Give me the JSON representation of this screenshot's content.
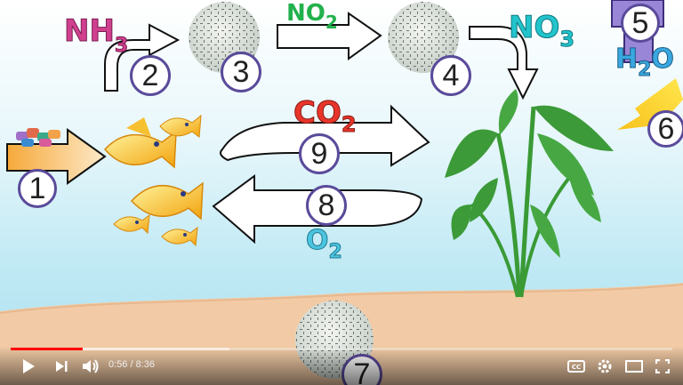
{
  "labels": {
    "nh3": {
      "main": "NH",
      "sub": "3"
    },
    "no2": {
      "main": "NO",
      "sub": "2"
    },
    "no3": {
      "main": "NO",
      "sub": "3"
    },
    "h2o": {
      "main": "H",
      "sub": "2",
      "tail": "O"
    },
    "co2": {
      "main": "CO",
      "sub": "2"
    },
    "o2": {
      "main": "O",
      "sub": "2"
    }
  },
  "steps": [
    "1",
    "2",
    "3",
    "4",
    "5",
    "6",
    "7",
    "8",
    "9"
  ],
  "player": {
    "current_time": "0:56",
    "duration": "8:36",
    "time_separator": " / ",
    "progress_fraction": 0.109,
    "buffer_fraction": 0.33
  },
  "icons": {
    "play": "play-icon",
    "next": "next-icon",
    "volume": "volume-icon",
    "cc": "captions-icon",
    "settings": "gear-icon",
    "theater": "theater-mode-icon",
    "fullscreen": "fullscreen-icon"
  },
  "colors": {
    "nh3": "#d0408e",
    "no2": "#22b14c",
    "no3": "#23c4cc",
    "h2o": "#3aa8e0",
    "co2": "#e8352a",
    "o2": "#4cc4e0",
    "ring": "#5a4a9a",
    "progress": "#ff0000"
  }
}
